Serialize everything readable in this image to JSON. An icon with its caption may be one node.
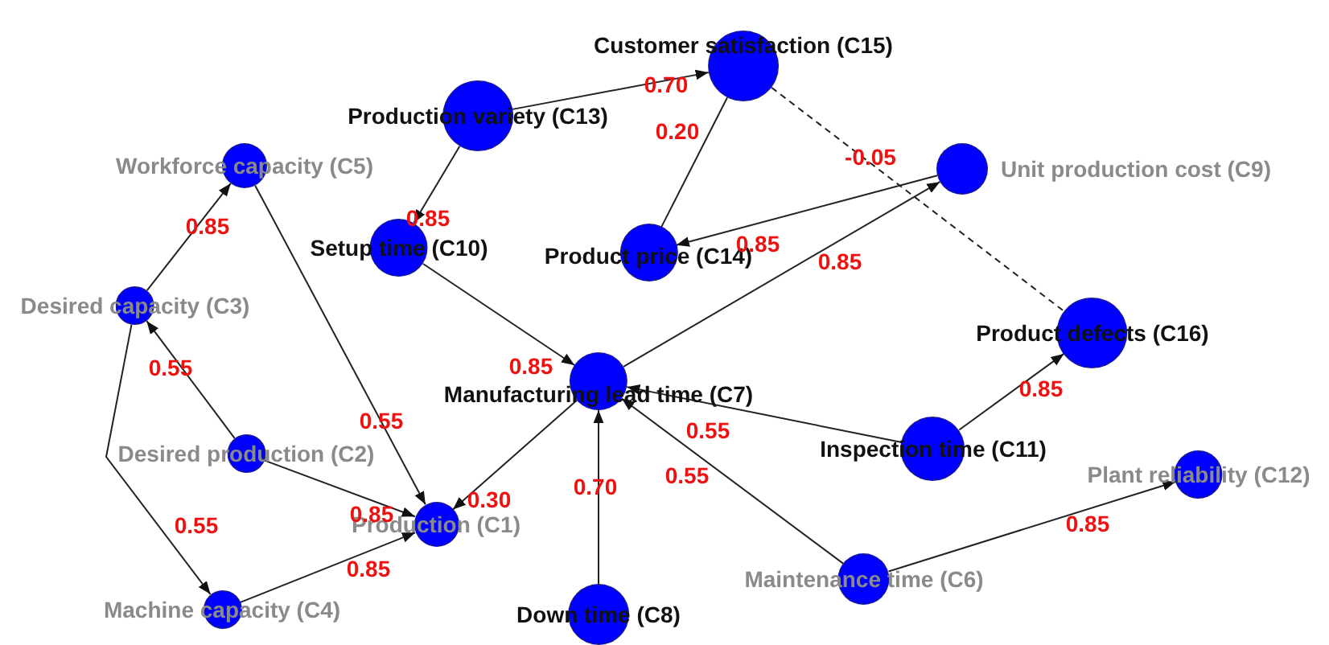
{
  "diagram": {
    "nodes": [
      {
        "text": [
          "Customer satisfaction (C15)"
        ]
      },
      {
        "text": [
          "Production variety (C13)"
        ]
      },
      {
        "text": [
          "Workforce capacity (C5)"
        ]
      },
      {
        "text": [
          "Unit production cost (C9)"
        ]
      },
      {
        "text": [
          "Setup time (C10)"
        ]
      },
      {
        "text": [
          "Product price (C14)"
        ]
      },
      {
        "text": [
          "Desired capacity (C3)"
        ]
      },
      {
        "text": [
          "Product defects (C16)"
        ]
      },
      {
        "text": [
          "Manufacturing lead time (C7)"
        ]
      },
      {
        "text": [
          "Desired production (C2)"
        ]
      },
      {
        "text": [
          "Inspection time (C11)"
        ]
      },
      {
        "text": [
          "Plant reliability (C12)"
        ]
      },
      {
        "text": [
          "Production (C1)"
        ]
      },
      {
        "text": [
          "Maintenance time (C6)"
        ]
      },
      {
        "text": [
          "Machine capacity (C4)"
        ]
      },
      {
        "text": [
          "Down time (C8)"
        ]
      }
    ],
    "edges": [
      {
        "from": 1,
        "to": 0,
        "arrow": "to",
        "label": "0.70"
      },
      {
        "from": 0,
        "to": 5,
        "arrow": "none",
        "label": "0.20"
      },
      {
        "from": 0,
        "to": 7,
        "arrow": "none",
        "label": "-0.05",
        "style": "dashed"
      },
      {
        "from": 3,
        "to": 5,
        "arrow": "to",
        "label": "0.85"
      },
      {
        "from": 8,
        "to": 3,
        "arrow": "to",
        "label": "0.85"
      },
      {
        "from": 1,
        "to": 4,
        "arrow": "to",
        "label": "0.85"
      },
      {
        "from": 4,
        "to": 8,
        "arrow": "to",
        "label": "0.85"
      },
      {
        "from": 6,
        "to": 2,
        "arrow": "to",
        "label": "0.85"
      },
      {
        "from": 2,
        "to": 12,
        "arrow": "to",
        "label": "0.55"
      },
      {
        "from": 9,
        "to": 6,
        "arrow": "to",
        "label": "0.55"
      },
      {
        "from": 6,
        "to": 14,
        "arrow": "to",
        "label": "0.55"
      },
      {
        "from": 9,
        "to": 12,
        "arrow": "to",
        "label": "0.85"
      },
      {
        "from": 14,
        "to": 12,
        "arrow": "to",
        "label": "0.85"
      },
      {
        "from": 8,
        "to": 12,
        "arrow": "to",
        "label": "0.30"
      },
      {
        "from": 15,
        "to": 8,
        "arrow": "to",
        "label": "0.70"
      },
      {
        "from": 10,
        "to": 8,
        "arrow": "to",
        "label": "0.55"
      },
      {
        "from": 13,
        "to": 8,
        "arrow": "to",
        "label": "0.55"
      },
      {
        "from": 10,
        "to": 7,
        "arrow": "to",
        "label": "0.85"
      },
      {
        "from": 13,
        "to": 11,
        "arrow": "to",
        "label": "0.85"
      }
    ]
  }
}
